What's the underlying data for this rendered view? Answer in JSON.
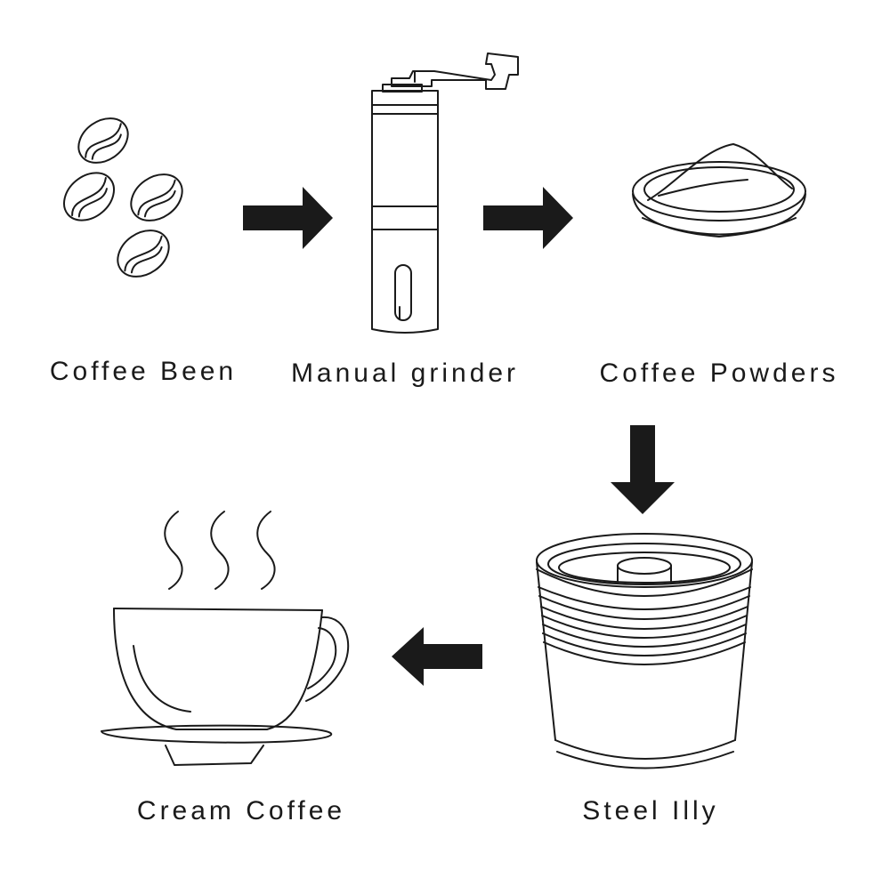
{
  "steps": [
    {
      "id": "beans",
      "label": "Coffee Been",
      "icon": "coffee-beans-icon"
    },
    {
      "id": "grinder",
      "label": "Manual grinder",
      "icon": "manual-grinder-icon"
    },
    {
      "id": "powder",
      "label": "Coffee Powders",
      "icon": "powder-dish-icon"
    },
    {
      "id": "capsule",
      "label": "Steel Illy",
      "icon": "steel-capsule-icon"
    },
    {
      "id": "cup",
      "label": "Cream Coffee",
      "icon": "coffee-cup-icon"
    }
  ],
  "arrows": [
    {
      "from": "beans",
      "to": "grinder",
      "direction": "right"
    },
    {
      "from": "grinder",
      "to": "powder",
      "direction": "right"
    },
    {
      "from": "powder",
      "to": "capsule",
      "direction": "down"
    },
    {
      "from": "capsule",
      "to": "cup",
      "direction": "left"
    }
  ],
  "colors": {
    "ink": "#1a1a1a",
    "background": "#ffffff"
  }
}
